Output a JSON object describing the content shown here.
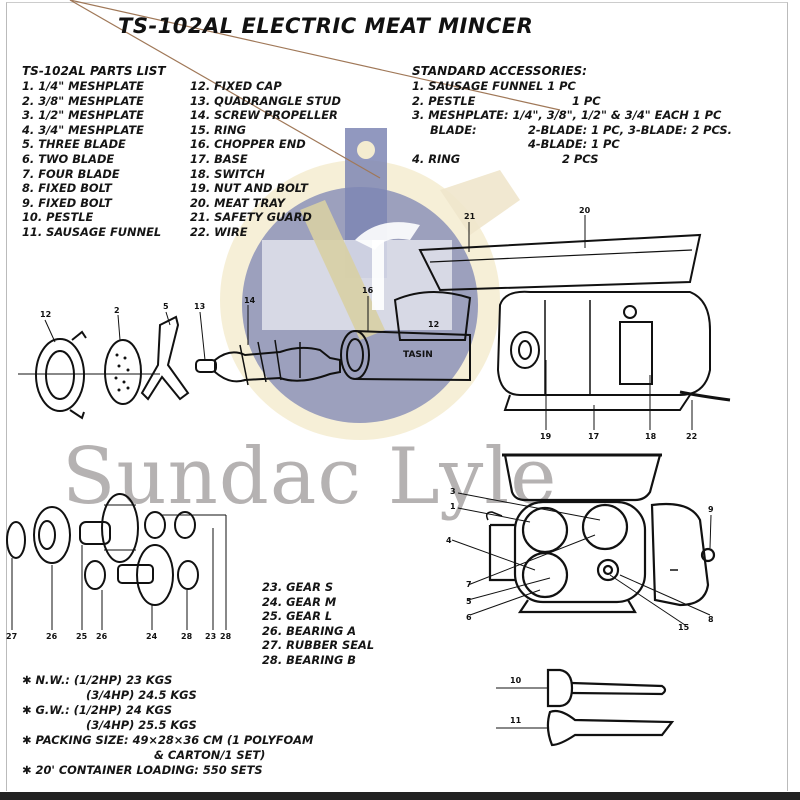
{
  "title": "TS-102AL ELECTRIC MEAT MINCER",
  "parts_list": {
    "heading": "TS-102AL PARTS LIST",
    "column1": [
      "1. 1/4\" MESHPLATE",
      "2. 3/8\" MESHPLATE",
      "3. 1/2\" MESHPLATE",
      "4. 3/4\" MESHPLATE",
      "5. THREE BLADE",
      "6. TWO BLADE",
      "7. FOUR BLADE",
      "8. FIXED BOLT",
      "9. FIXED BOLT",
      "10. PESTLE",
      "11. SAUSAGE FUNNEL"
    ],
    "column2": [
      "12. FIXED CAP",
      "13. QUADRANGLE STUD",
      "14. SCREW PROPELLER",
      "15. RING",
      "16. CHOPPER END",
      "17. BASE",
      "18. SWITCH",
      "19. NUT AND BOLT",
      "20. MEAT TRAY",
      "21. SAFETY GUARD",
      "22. WIRE"
    ],
    "column3": [
      "23. GEAR S",
      "24. GEAR M",
      "25. GEAR L",
      "26. BEARING A",
      "27. RUBBER SEAL",
      "28. BEARING B"
    ]
  },
  "accessories": {
    "heading": "STANDARD ACCESSORIES:",
    "lines": [
      {
        "label": "1. SAUSAGE FUNNEL",
        "value": "1 PC"
      },
      {
        "label": "2. PESTLE",
        "value": "1 PC"
      },
      {
        "label": "3. MESHPLATE:",
        "value": "1/4\", 3/8\", 1/2\" & 3/4\" EACH 1 PC"
      },
      {
        "label": "BLADE:",
        "value": "2-BLADE: 1 PC, 3-BLADE: 2 PCS."
      },
      {
        "label": "",
        "value": "4-BLADE: 1 PC"
      },
      {
        "label": "4. RING",
        "value": "2 PCS"
      }
    ]
  },
  "specs": [
    {
      "bullet": "✱",
      "label": "N.W.:",
      "lines": [
        "(1/2HP) 23 KGS",
        "(3/4HP) 24.5 KGS"
      ]
    },
    {
      "bullet": "✱",
      "label": "G.W.:",
      "lines": [
        "(1/2HP) 24 KGS",
        "(3/4HP) 25.5 KGS"
      ]
    },
    {
      "bullet": "✱",
      "label": "PACKING SIZE:",
      "lines": [
        "49×28×36 CM (1 POLYFOAM",
        "& CARTON/1 SET)"
      ]
    },
    {
      "bullet": "✱",
      "label": "20' CONTAINER LOADING:",
      "lines": [
        "550 SETS"
      ]
    }
  ],
  "diagram": {
    "machine_brand_label": "TASIN",
    "exploded_callouts": [
      "12",
      "2",
      "5",
      "13",
      "14",
      "16",
      "12",
      "21",
      "20",
      "19",
      "17",
      "18",
      "22"
    ],
    "gear_callouts": [
      "27",
      "26",
      "25",
      "26",
      "24",
      "28",
      "23",
      "28"
    ],
    "front_view_callouts": [
      "3",
      "1",
      "4",
      "7",
      "5",
      "6",
      "15",
      "8",
      "9"
    ],
    "accessory_callouts": [
      "10",
      "11"
    ]
  },
  "watermark": "Sundac Lyle"
}
